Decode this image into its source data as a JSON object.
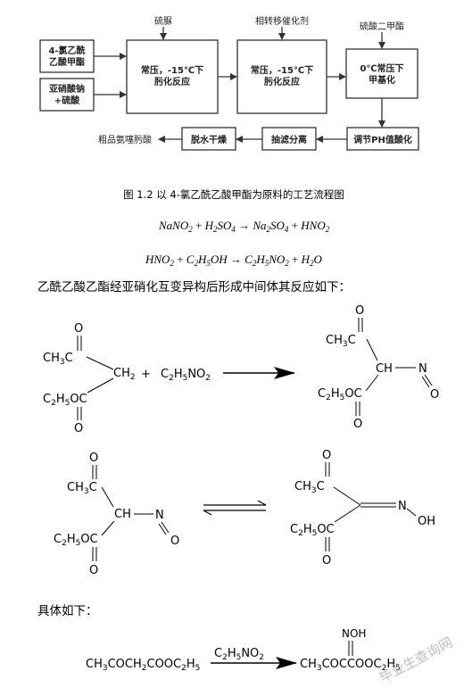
{
  "flowchart": {
    "box1": [
      "4-氯乙酰",
      "乙酸甲酯"
    ],
    "box2": [
      "亚硝酸钠",
      "+硫酸"
    ],
    "box3": [
      "常压，-15℃下",
      "肟化反应"
    ],
    "box4": [
      "常压，-15℃下",
      "肟化反应"
    ],
    "box5": [
      "0℃常压下",
      "甲基化"
    ],
    "box6": "调节PH值酸化",
    "box7": "抽滤分离",
    "box8": "脱水干燥",
    "input1": "硫脲",
    "input2": "相转移催化剂",
    "input3": "硫酸二甲酯",
    "output": "粗品氨噻肟酸"
  },
  "caption": "图 1.2 以 4-氯乙酰乙酸甲酯为原料的工艺流程图",
  "eq1": {
    "lhs": [
      "NaNO",
      "2",
      "+ ",
      "H",
      "2",
      "SO",
      "4"
    ],
    "rhs": [
      "Na",
      "2",
      "SO",
      "4",
      " + ",
      "HNO",
      "2"
    ]
  },
  "eq2": {
    "lhs": [
      "HNO",
      "2",
      " + ",
      "C",
      "2",
      "H",
      "5",
      "OH"
    ],
    "rhs": [
      "C",
      "2",
      "H",
      "5",
      "NO",
      "2",
      " + ",
      "H",
      "2",
      "O"
    ]
  },
  "intro": "乙酰乙酸乙酯经亚硝化互变异构后形成中间体其反应如下：",
  "rxn1": {
    "o": "O",
    "ch3c": [
      "CH",
      "3",
      "C"
    ],
    "ch2": [
      "CH",
      "2"
    ],
    "c2h5oc": [
      "C",
      "2",
      "H",
      "5",
      "OC"
    ],
    "plus": "+",
    "reagent": [
      "C",
      "2",
      "H",
      "5",
      "NO",
      "2"
    ],
    "ch": "CH",
    "n": "N"
  },
  "rxn2": {
    "o": "O",
    "ch3c": [
      "CH",
      "3",
      "C"
    ],
    "c2h5oc": [
      "C",
      "2",
      "H",
      "5",
      "OC"
    ],
    "ch": "CH",
    "n": "N",
    "oh": "OH"
  },
  "specific": "具体如下：",
  "rxn3": {
    "lhs": [
      "CH",
      "3",
      "COCH",
      "2",
      "COOC",
      "2",
      "H",
      "5"
    ],
    "reagent": [
      "C",
      "2",
      "H",
      "5",
      "NO",
      "2"
    ],
    "noh": "NOH",
    "rhs": [
      "CH",
      "3",
      "COCCOOC",
      "2",
      "H",
      "5"
    ]
  },
  "watermark": "毕业生查询网"
}
